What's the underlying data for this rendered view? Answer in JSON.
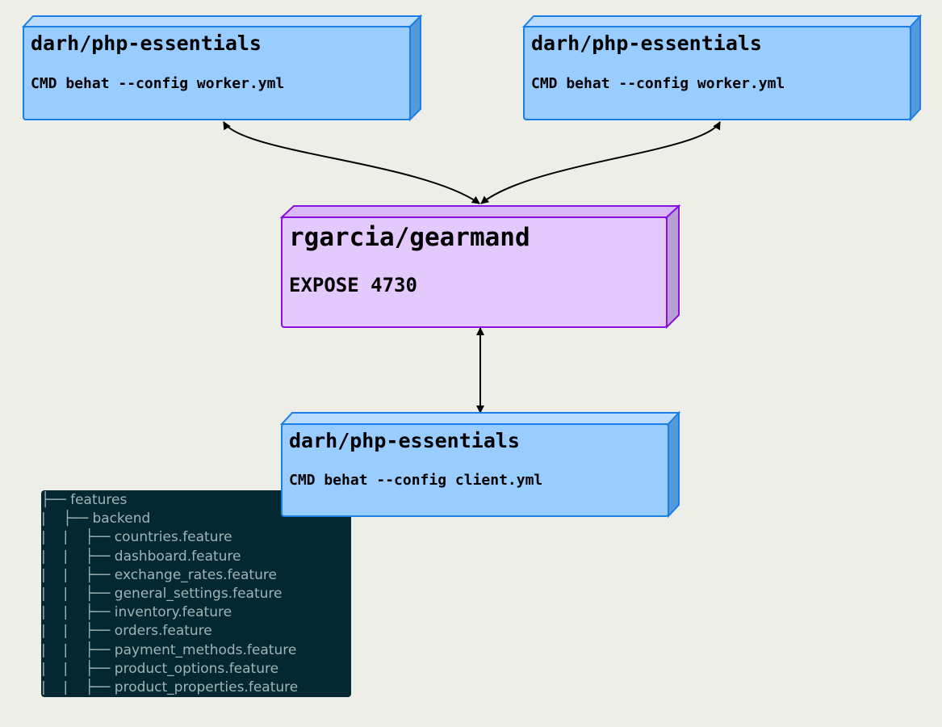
{
  "colors": {
    "background": "#eeeee9",
    "node_blue_face": "#99ccff",
    "node_blue_side": "#5599dd",
    "node_blue_border": "#1a7ee6",
    "node_purple_face": "#e3c9fc",
    "node_purple_side": "#b79fd6",
    "node_purple_border": "#8811dd",
    "terminal_bg": "#042832",
    "terminal_text": "#9fb4b6"
  },
  "nodes": {
    "worker_left": {
      "title": "darh/php-essentials",
      "command": "CMD behat --config worker.yml"
    },
    "worker_right": {
      "title": "darh/php-essentials",
      "command": "CMD behat --config worker.yml"
    },
    "gearman": {
      "title": "rgarcia/gearmand",
      "command": "EXPOSE 4730"
    },
    "client": {
      "title": "darh/php-essentials",
      "command": "CMD behat --config client.yml"
    }
  },
  "tree": {
    "lines": [
      "├── features",
      "|    ├── backend",
      "|    |    ├── countries.feature",
      "|    |    ├── dashboard.feature",
      "|    |    ├── exchange_rates.feature",
      "|    |    ├── general_settings.feature",
      "|    |    ├── inventory.feature",
      "|    |    ├── orders.feature",
      "|    |    ├── payment_methods.feature",
      "|    |    ├── product_options.feature",
      "|    |    ├── product_properties.feature"
    ]
  }
}
